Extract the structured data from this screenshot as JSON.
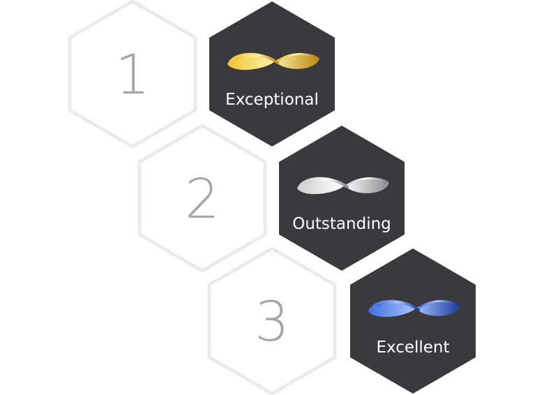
{
  "tiers": [
    {
      "rank": "1",
      "label": "Exceptional",
      "icon": "infinity-ribbon-icon",
      "ribbon_colors": [
        "#fff1a8",
        "#f0c431",
        "#b98712"
      ]
    },
    {
      "rank": "2",
      "label": "Outstanding",
      "icon": "infinity-ribbon-icon",
      "ribbon_colors": [
        "#ffffff",
        "#cfcfcf",
        "#8a8a8a"
      ]
    },
    {
      "rank": "3",
      "label": "Excellent",
      "icon": "infinity-ribbon-icon",
      "ribbon_colors": [
        "#a9c2ff",
        "#3f6fdc",
        "#1b3a9a"
      ]
    }
  ],
  "colors": {
    "outline_hex": "#ebebeb",
    "badge_hex": "#3a3a3c",
    "rank_text": "#a6a6a6",
    "label_text": "#ffffff"
  }
}
